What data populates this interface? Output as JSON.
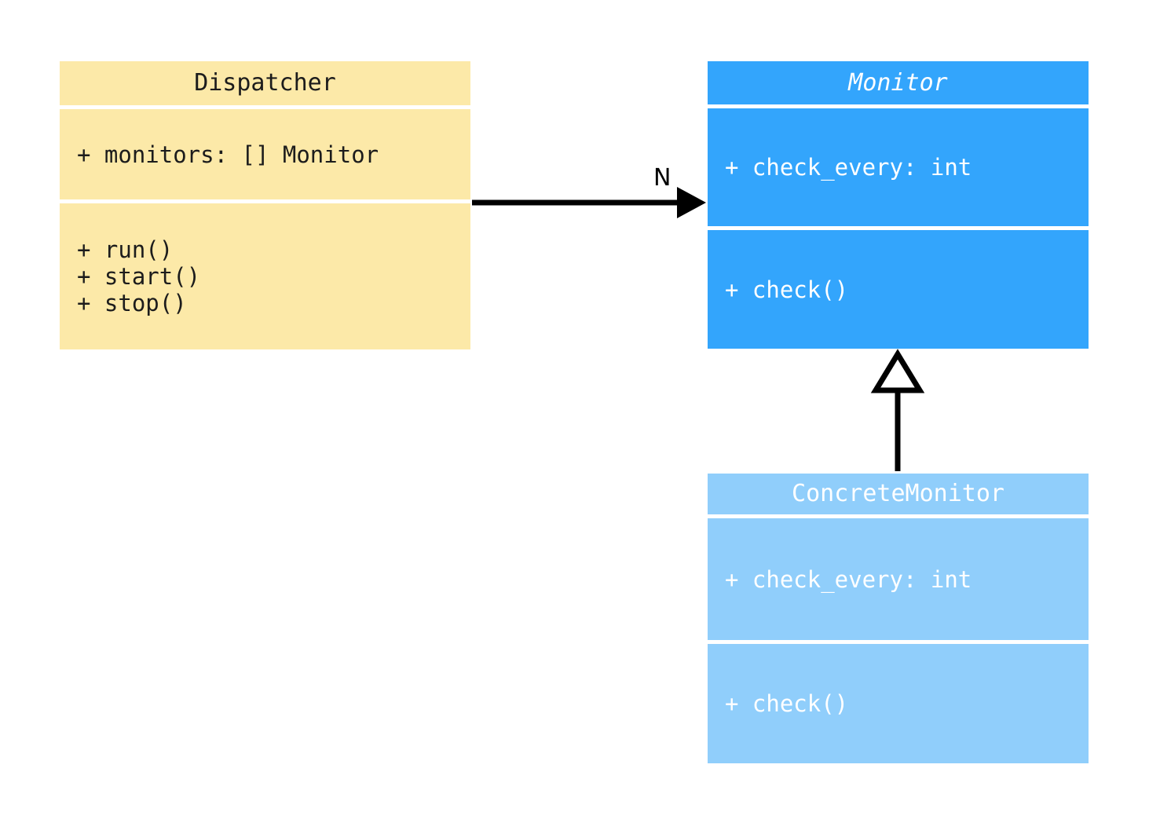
{
  "diagram": {
    "type": "uml-class-diagram",
    "title": "",
    "background": "#ffffff",
    "classes": [
      {
        "id": "dispatcher",
        "name": "Dispatcher",
        "abstract": false,
        "fill": "#fce9a8",
        "text_color": "#1c1c1c",
        "attributes": [
          "+ monitors: [] Monitor"
        ],
        "methods": [
          "+ run()",
          "+ start()",
          "+ stop()"
        ]
      },
      {
        "id": "monitor",
        "name": "Monitor",
        "abstract": true,
        "fill": "#33a5fc",
        "text_color": "#ffffff",
        "attributes": [
          "+ check_every: int"
        ],
        "methods": [
          "+ check()"
        ]
      },
      {
        "id": "concretemonitor",
        "name": "ConcreteMonitor",
        "abstract": false,
        "fill": "#90cefb",
        "text_color": "#ffffff",
        "attributes": [
          "+ check_every: int"
        ],
        "methods": [
          "+ check()"
        ]
      }
    ],
    "relationships": [
      {
        "id": "dispatcher-monitor",
        "kind": "association",
        "from": "Dispatcher",
        "to": "Monitor",
        "label": "N",
        "arrow": "filled-arrowhead",
        "color": "#000000"
      },
      {
        "id": "concretemonitor-monitor",
        "kind": "generalization",
        "from": "ConcreteMonitor",
        "to": "Monitor",
        "label": "",
        "arrow": "hollow-triangle",
        "color": "#000000"
      }
    ]
  }
}
